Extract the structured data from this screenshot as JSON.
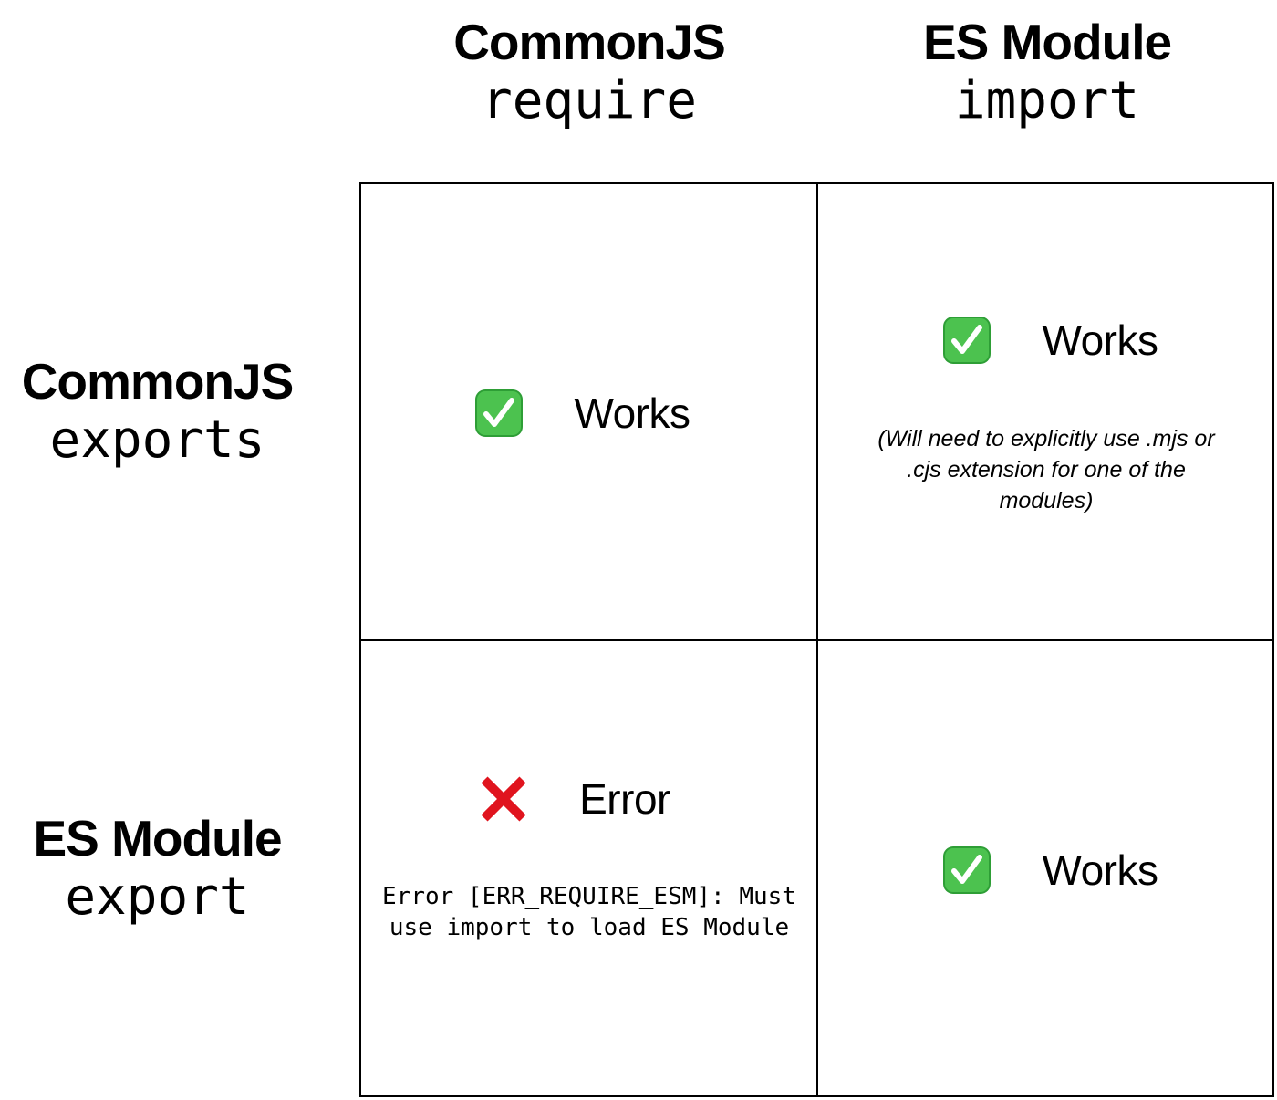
{
  "columns": [
    {
      "name": "CommonJS",
      "code": "require"
    },
    {
      "name": "ES Module",
      "code": "import"
    }
  ],
  "rows": [
    {
      "name": "CommonJS",
      "code": "exports"
    },
    {
      "name": "ES Module",
      "code": "export"
    }
  ],
  "cells": {
    "cjs_exports_require": {
      "icon": "check-mark-icon",
      "status": "Works"
    },
    "cjs_exports_import": {
      "icon": "check-mark-icon",
      "status": "Works",
      "note": "(Will need to explicitly use .mjs or .cjs extension for one of the modules)"
    },
    "esm_export_require": {
      "icon": "cross-mark-icon",
      "status": "Error",
      "message": "Error [ERR_REQUIRE_ESM]: Must use import to load ES Module"
    },
    "esm_export_import": {
      "icon": "check-mark-icon",
      "status": "Works"
    }
  },
  "colors": {
    "check_green": "#3cb543",
    "cross_red": "#e0141e",
    "grid_line": "#000000"
  }
}
